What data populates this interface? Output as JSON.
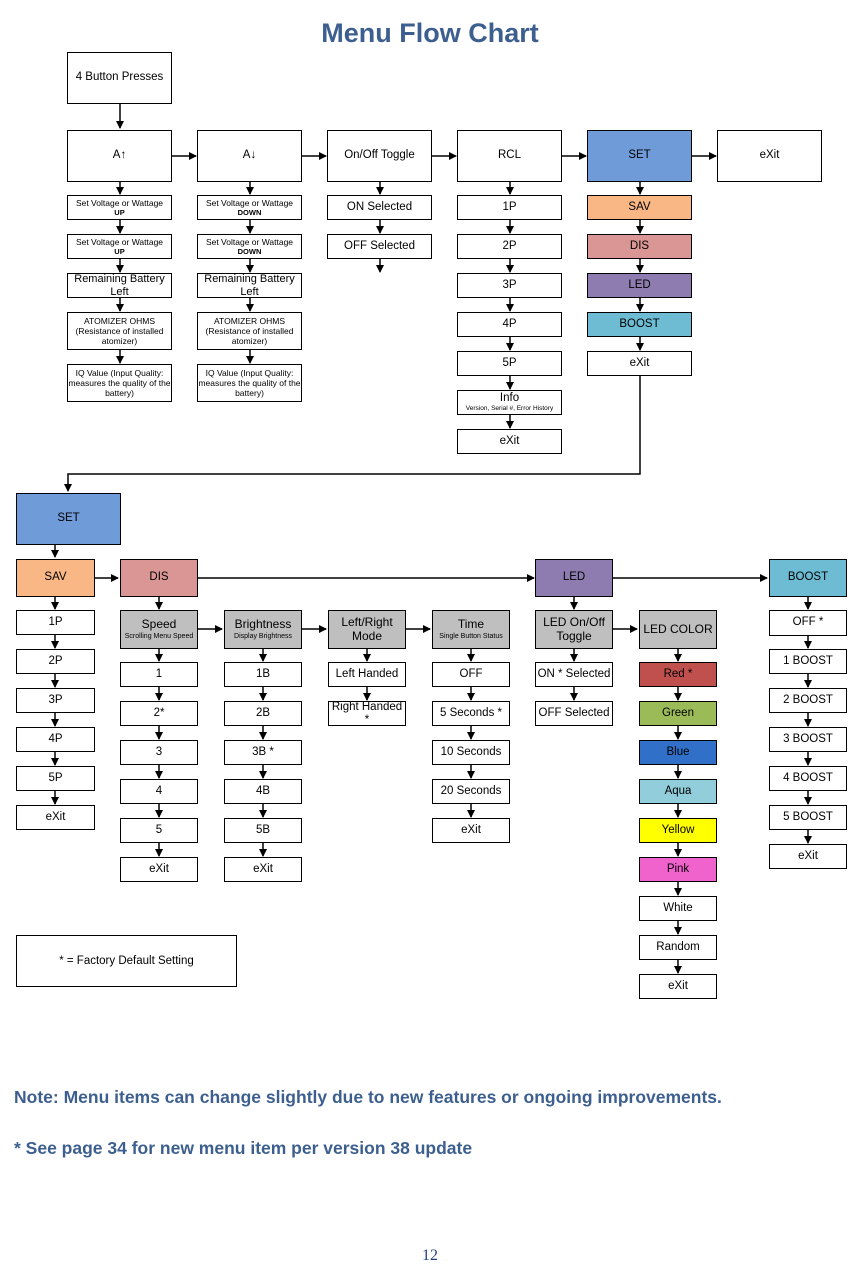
{
  "title": "Menu Flow Chart",
  "start": "4 Button Presses",
  "main_menu": {
    "a_up": "A",
    "a_down": "A",
    "onoff": "On/Off Toggle",
    "rcl": "RCL",
    "set": "SET",
    "exit": "eXit"
  },
  "a_up_items": {
    "set_up_1": "Set Voltage or Wattage",
    "set_up_1b": "UP",
    "set_up_2": "Set Voltage or Wattage",
    "set_up_2b": "UP",
    "battery": "Remaining Battery Left",
    "ohms": "ATOMIZER OHMS (Resistance of installed atomizer)",
    "iq": "IQ Value (Input Quality: measures the quality of the battery)"
  },
  "a_down_items": {
    "set_dn_1": "Set Voltage or Wattage",
    "set_dn_1b": "DOWN",
    "set_dn_2": "Set Voltage or Wattage",
    "set_dn_2b": "DOWN",
    "battery": "Remaining Battery Left",
    "ohms": "ATOMIZER OHMS (Resistance of installed atomizer)",
    "iq": "IQ Value (Input Quality: measures the quality of the battery)"
  },
  "onoff_items": {
    "on": "ON Selected",
    "off": "OFF Selected"
  },
  "rcl_items": {
    "p1": "1P",
    "p2": "2P",
    "p3": "3P",
    "p4": "4P",
    "p5": "5P",
    "info": "Info",
    "info_sub": "Version, Serial #, Error History",
    "exit": "eXit"
  },
  "set_items": {
    "sav": "SAV",
    "dis": "DIS",
    "led": "LED",
    "boost": "BOOST",
    "exit": "eXit"
  },
  "set2": "SET",
  "sav_row": {
    "sav": "SAV",
    "dis": "DIS",
    "led": "LED",
    "boost": "BOOST"
  },
  "sav_items": {
    "p1": "1P",
    "p2": "2P",
    "p3": "3P",
    "p4": "4P",
    "p5": "5P",
    "exit": "eXit"
  },
  "speed": {
    "label": "Speed",
    "sub": "Scrolling Menu Speed",
    "items": {
      "s1": "1",
      "s2": "2*",
      "s3": "3",
      "s4": "4",
      "s5": "5",
      "exit": "eXit"
    }
  },
  "brightness": {
    "label": "Brightness",
    "sub": "Display Brightness",
    "items": {
      "b1": "1B",
      "b2": "2B",
      "b3": "3B *",
      "b4": "4B",
      "b5": "5B",
      "exit": "eXit"
    }
  },
  "leftright": {
    "label": "Left/Right Mode",
    "items": {
      "left": "Left Handed",
      "right": "Right Handed *"
    }
  },
  "time": {
    "label": "Time",
    "sub": "Single Button Status",
    "items": {
      "off": "OFF",
      "t5": "5 Seconds *",
      "t10": "10 Seconds",
      "t20": "20 Seconds",
      "exit": "eXit"
    }
  },
  "led_onoff": {
    "label": "LED On/Off Toggle",
    "items": {
      "on": "ON * Selected",
      "off": "OFF Selected"
    }
  },
  "led_color": {
    "label": "LED COLOR",
    "items": {
      "red": "Red *",
      "green": "Green",
      "blue": "Blue",
      "aqua": "Aqua",
      "yellow": "Yellow",
      "pink": "Pink",
      "white": "White",
      "random": "Random",
      "exit": "eXit"
    }
  },
  "boost_items": {
    "off": "OFF *",
    "b1": "1 BOOST",
    "b2": "2 BOOST",
    "b3": "3 BOOST",
    "b4": "4 BOOST",
    "b5": "5 BOOST",
    "exit": "eXit"
  },
  "legend": "* = Factory Default Setting",
  "note1": "Note: Menu items can change slightly due to new features or ongoing improvements.",
  "note2": "* See page 34 for new menu item per version 38 update",
  "page_number": "12",
  "colors": {
    "set": "#6f9bd9",
    "sav": "#f8b785",
    "dis": "#d99694",
    "led": "#8e7cb0",
    "boost": "#6dbcd3",
    "gray": "#bfbfbf",
    "red": "#c0504d",
    "green": "#9bbb59",
    "blue": "#3070c8",
    "aqua": "#92cddc",
    "yellow": "#ffff00",
    "pink": "#f062cc",
    "title": "#3d5f8f"
  }
}
